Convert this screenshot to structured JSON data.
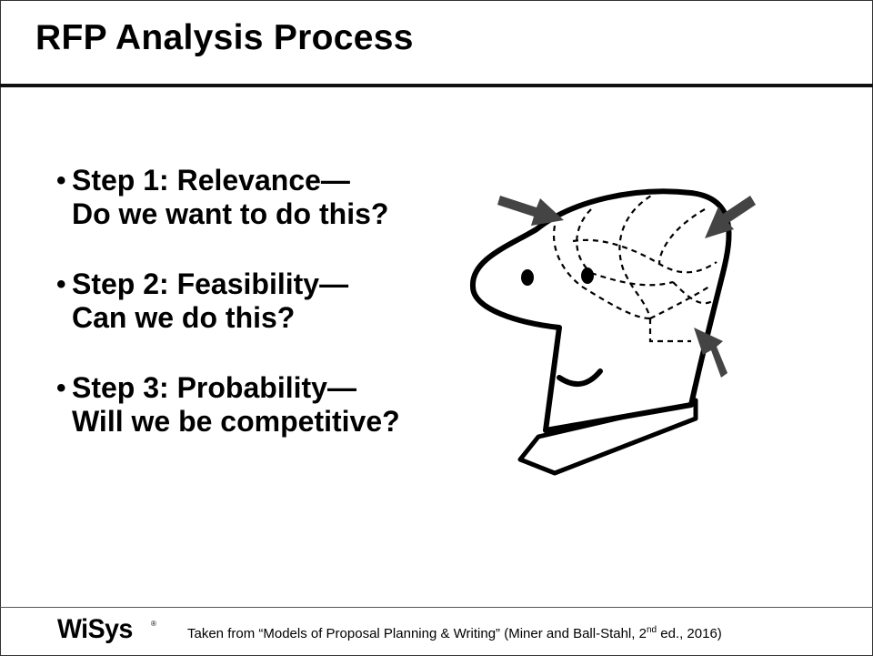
{
  "slide": {
    "title": "RFP Analysis Process",
    "bullet_symbol": "•",
    "steps": [
      {
        "line1": "Step 1: Relevance—",
        "line2": "Do we want to do this?"
      },
      {
        "line1": "Step 2: Feasibility—",
        "line2": "Can we do this?"
      },
      {
        "line1": "Step 3: Probability—",
        "line2": "Will we be competitive?"
      }
    ],
    "illustration_icon": "thinking-head-icon"
  },
  "footer": {
    "logo": "WiSys",
    "logo_mark": "®",
    "citation_before": "Taken from “Models of Proposal Planning & Writing” (Miner and Ball-Stahl, 2",
    "citation_sup": "nd",
    "citation_after": " ed., 2016)"
  },
  "colors": {
    "text": "#000000",
    "arrow": "#444444",
    "rule": "#111111"
  }
}
